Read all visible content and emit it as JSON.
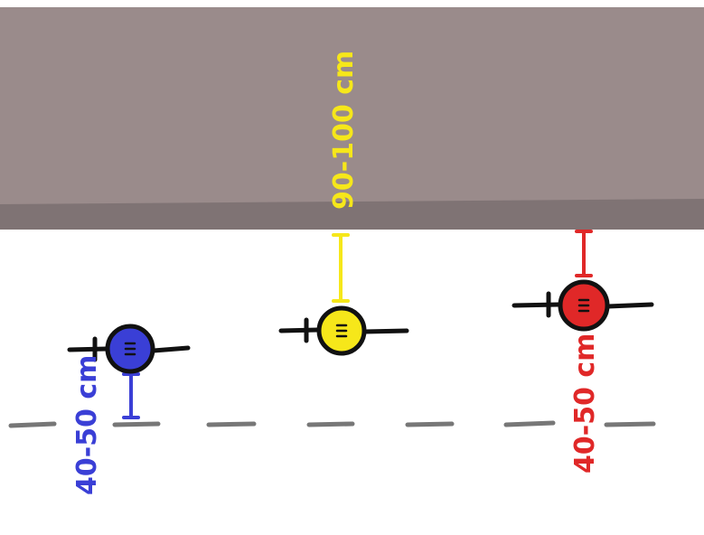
{
  "colors": {
    "sidewalk": "#9a8b8b",
    "curb": "#7f7374",
    "road": "#ffffff",
    "lane_line": "#777777",
    "blue": "#3a3fd6",
    "yellow": "#f6e71a",
    "red": "#e02828",
    "outline": "#111111"
  },
  "icons": {
    "cyclist_blue": "cyclist-top-view-icon",
    "cyclist_yellow": "cyclist-top-view-icon",
    "cyclist_red": "cyclist-top-view-icon"
  },
  "labels": {
    "blue_distance": "40-50 cm",
    "yellow_distance": "90-100 cm",
    "red_distance": "40-50 cm"
  }
}
